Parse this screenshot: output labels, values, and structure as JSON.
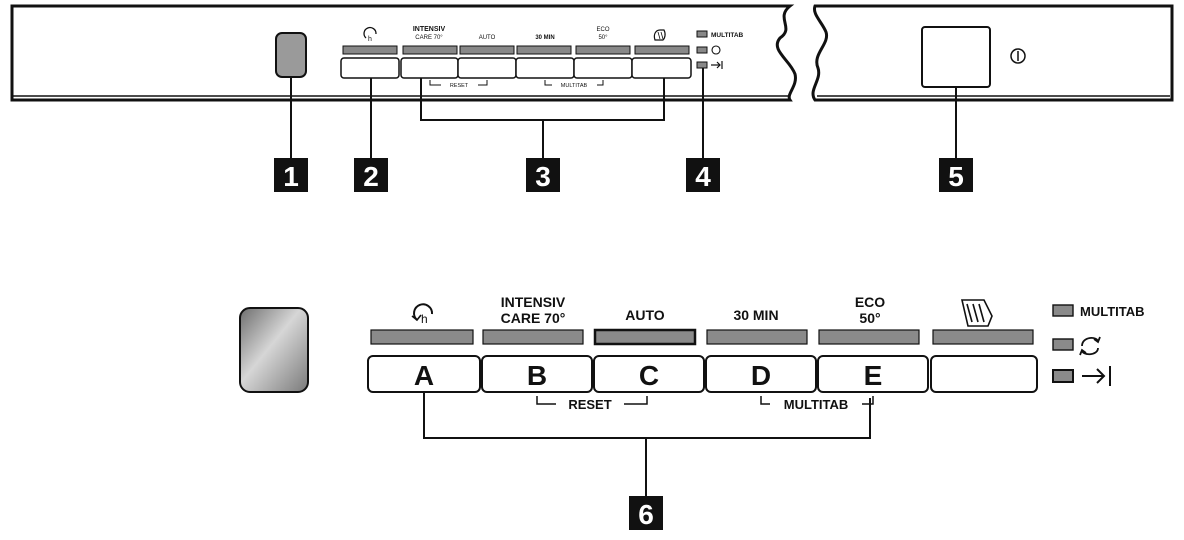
{
  "top_panel": {
    "labels": {
      "intensiv_care_line1": "INTENSIV",
      "intensiv_care_line2": "CARE 70°",
      "auto": "AUTO",
      "min30": "30 MIN",
      "eco_line1": "ECO",
      "eco_line2": "50°",
      "multitab": "MULTITAB",
      "reset": "RESET",
      "multitab_bracket": "MULTITAB"
    },
    "power_symbol": "⏻"
  },
  "callouts": [
    "1",
    "2",
    "3",
    "4",
    "5",
    "6"
  ],
  "bottom_panel": {
    "labels": {
      "intensiv_care_line1": "INTENSIV",
      "intensiv_care_line2": "CARE 70°",
      "auto": "AUTO",
      "min30": "30 MIN",
      "eco_line1": "ECO",
      "eco_line2": "50°",
      "multitab": "MULTITAB",
      "reset": "RESET",
      "multitab_bracket": "MULTITAB"
    },
    "buttons": [
      "A",
      "B",
      "C",
      "D",
      "E",
      ""
    ]
  }
}
